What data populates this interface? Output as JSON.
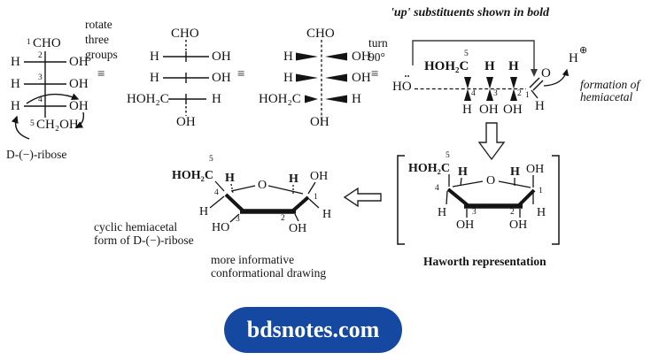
{
  "button": {
    "label": "bdsnotes.com",
    "color": "#1548a0"
  },
  "symbols": {
    "equiv": "≡",
    "lone_pair": "··",
    "plus_circle": "⊕"
  },
  "atoms": {
    "h": "H",
    "oh": "OH",
    "ho": "HO",
    "o": "O",
    "cho": "CHO",
    "ch2oh": "CH₂OH",
    "hoh2c": "HOH₂C"
  },
  "numbers": {
    "n1": "1",
    "n2": "2",
    "n3": "3",
    "n4": "4",
    "n5": "5"
  },
  "notes": {
    "rotate1": "rotate",
    "rotate2": "three",
    "rotate3": "groups",
    "turn1": "turn",
    "turn2": "90°",
    "up": "'up' substituents shown in bold",
    "formation1": "formation of",
    "formation2": "hemiacetal",
    "haworth_caption": "Haworth representation",
    "conf_caption1": "more informative",
    "conf_caption2": "conformational drawing",
    "cyclic1": "cyclic hemiacetal",
    "cyclic2": "form of D-(−)-ribose",
    "ribose_caption": "D-(−)-ribose"
  }
}
